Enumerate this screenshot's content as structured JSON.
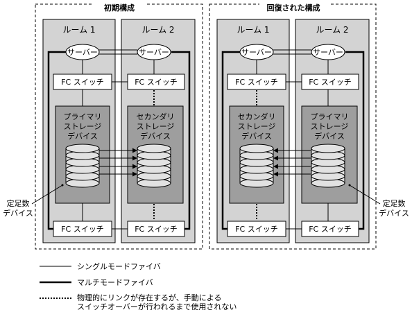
{
  "panels": [
    {
      "title": "初期構成",
      "rooms": [
        {
          "name": "ルーム 1",
          "server": "サーバー",
          "switch_top": "FC スイッチ",
          "storage": [
            "プライマリ",
            "ストレージ",
            "デバイス"
          ],
          "switch_bottom": "FC スイッチ"
        },
        {
          "name": "ルーム 2",
          "server": "サーバー",
          "switch_top": "FC スイッチ",
          "storage": [
            "セカンダリ",
            "ストレージ",
            "デバイス"
          ],
          "switch_bottom": "FC スイッチ"
        }
      ]
    },
    {
      "title": "回復された構成",
      "rooms": [
        {
          "name": "ルーム 1",
          "server": "サーバー",
          "switch_top": "FC スイッチ",
          "storage": [
            "セカンダリ",
            "ストレージ",
            "デバイス"
          ],
          "switch_bottom": "FC スイッチ"
        },
        {
          "name": "ルーム 2",
          "server": "サーバー",
          "switch_top": "FC スイッチ",
          "storage": [
            "プライマリ",
            "ストレージ",
            "デバイス"
          ],
          "switch_bottom": "FC スイッチ"
        }
      ]
    }
  ],
  "quorum_left": [
    "定足数",
    "デバイス"
  ],
  "quorum_right": [
    "定足数",
    "デバイス"
  ],
  "legend": {
    "single_mode": "シングルモードファイバ",
    "multi_mode": "マルチモードファイバ",
    "physical_line1": "物理的にリンクが存在するが、手動による",
    "physical_line2": "スイッチオーバーが行われるまで使用されない"
  },
  "colors": {
    "room_fill": "#d3d3d3",
    "storage_fill": "#9e9e9e",
    "disk_fill": "#e2e2e2"
  }
}
